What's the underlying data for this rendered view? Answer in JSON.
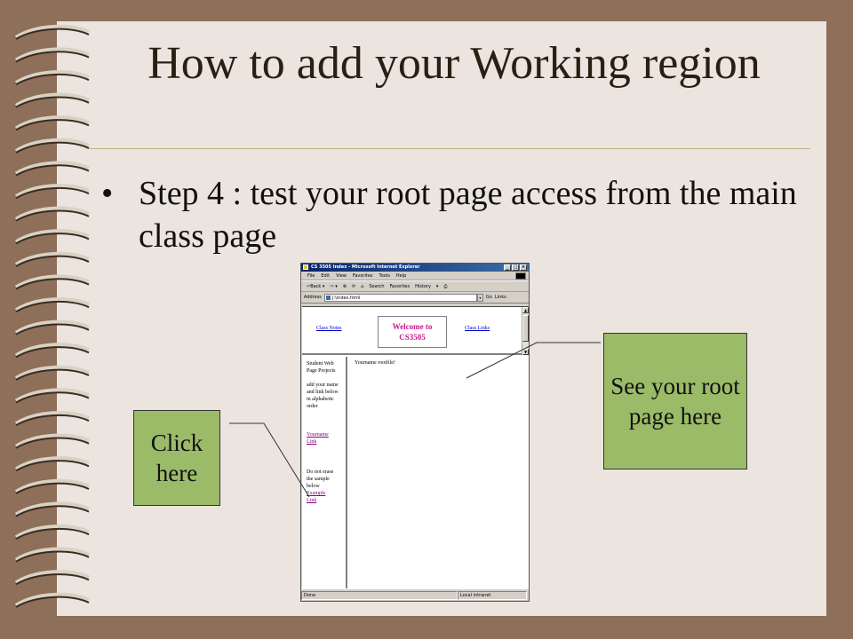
{
  "slide": {
    "title": "How to add your Working region",
    "bullet_marker": "•",
    "bullet_text": "Step 4 : test your root page access from the main class page"
  },
  "callouts": {
    "click_here": "Click here",
    "see_root": "See your root page here"
  },
  "browser": {
    "window_title": "CS 3505 Index - Microsoft Internet Explorer",
    "window_buttons": [
      "_",
      "□",
      "×"
    ],
    "menu": [
      "File",
      "Edit",
      "View",
      "Favorites",
      "Tools",
      "Help"
    ],
    "toolbar": [
      "⇦Back ▾",
      "⇨ ▾",
      "⊗",
      "⟳",
      "⌂",
      "Search",
      "Favorites",
      "History",
      "▾",
      "⎙"
    ],
    "address_label": "Address",
    "address_value": "J:\\index.html",
    "go_label": "Go",
    "links_label": "Links",
    "top_frame": {
      "left_link": "Class Notes",
      "welcome_line1": "Welcome to",
      "welcome_line2": "CS3505",
      "right_link": "Class Links"
    },
    "left_frame": {
      "intro": "Student Web Page Projects",
      "instructions": "add your name and link below in alphabetic order",
      "your_link": "Yourname Link",
      "note": "Do not erase the sample below",
      "example_link": "Example Link"
    },
    "right_frame_text": "Yourname rootfile!",
    "status_left": "Done",
    "status_right": "Local intranet"
  },
  "colors": {
    "background": "#8e6f5a",
    "paper": "#ebe4df",
    "callout": "#9bbb69",
    "welcome_text": "#c8188c"
  }
}
